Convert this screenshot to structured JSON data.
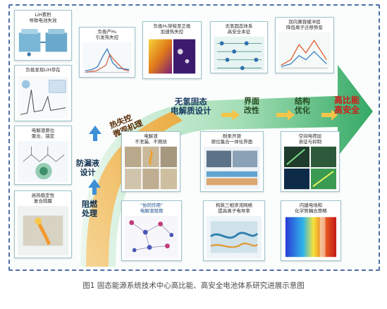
{
  "caption": "图1 固态能源系统技术中心高比能、高安全电池体系研究进展示意图",
  "colors": {
    "frame_border": "#4f6fa8",
    "arrow_dark": "#2aa55d",
    "arrow_light": "#d9f2e2",
    "curve_orange": "#f2b24b",
    "goal_red": "#d11a1a",
    "up_arrow_blue": "#3d8fd6"
  },
  "mechanism_label": [
    "热失控",
    "微观机理"
  ],
  "stages": [
    {
      "lines": [
        "无氢固态",
        "电解质设计"
      ]
    },
    {
      "lines": [
        "界面",
        "改性"
      ]
    },
    {
      "lines": [
        "结构",
        "优化"
      ]
    }
  ],
  "goal": [
    "高比能",
    "高安全"
  ],
  "vertical_labels": {
    "leak": [
      "防漏液",
      "设计"
    ],
    "flame": [
      "阻燃",
      "处理"
    ]
  },
  "panels": {
    "top": [
      {
        "title": [
          "LiH累积",
          "导致电池失效"
        ],
        "icon": "battery-cell-icon"
      },
      {
        "title": [
          "负极产H₂",
          "引发热失控"
        ],
        "icon": "plot-icon"
      },
      {
        "title": [
          "负极H₂穿梭至正极",
          "加速热失控"
        ],
        "icon": "thermal-cell-icon"
      },
      {
        "title": [
          "无氢固态体系",
          "高安全本征"
        ],
        "icon": "lattice-icon"
      },
      {
        "title": [
          "双向兼容缓冲层",
          "降低离子迁移势垒"
        ],
        "icon": "line-plot-icon"
      }
    ],
    "mid_left": {
      "title": [
        "负极发现LiH存在"
      ],
      "icon": "spectrum-icon"
    },
    "left": [
      {
        "title": [
          "电解液原位",
          "聚合、锚定"
        ],
        "icon": "molecule-icon"
      },
      {
        "title": [
          "高热稳定性",
          "复合隔膜"
        ],
        "icon": "separator-icon"
      }
    ],
    "bottom_row1": [
      {
        "title": [
          "电解液",
          "不泄漏、不燃烧"
        ],
        "icon": "photo-grid-icon"
      },
      {
        "title": [
          "耐柔开源",
          "原位集合一体化界面"
        ],
        "icon": "interface-icon"
      },
      {
        "title": [
          "空间电荷层",
          "表征与抑制"
        ],
        "icon": "microscopy-icon"
      }
    ],
    "bottom_row2": [
      {
        "title": [
          "\"协同作用\"",
          "电解液阻燃"
        ],
        "icon": "molecule-network-icon"
      },
      {
        "title": [
          "构筑三相渗流网络",
          "提高离子电导率"
        ],
        "icon": "network-icon"
      },
      {
        "title": [
          "内建电场和",
          "化学势耦合策略"
        ],
        "icon": "heatmap-icon"
      }
    ]
  }
}
